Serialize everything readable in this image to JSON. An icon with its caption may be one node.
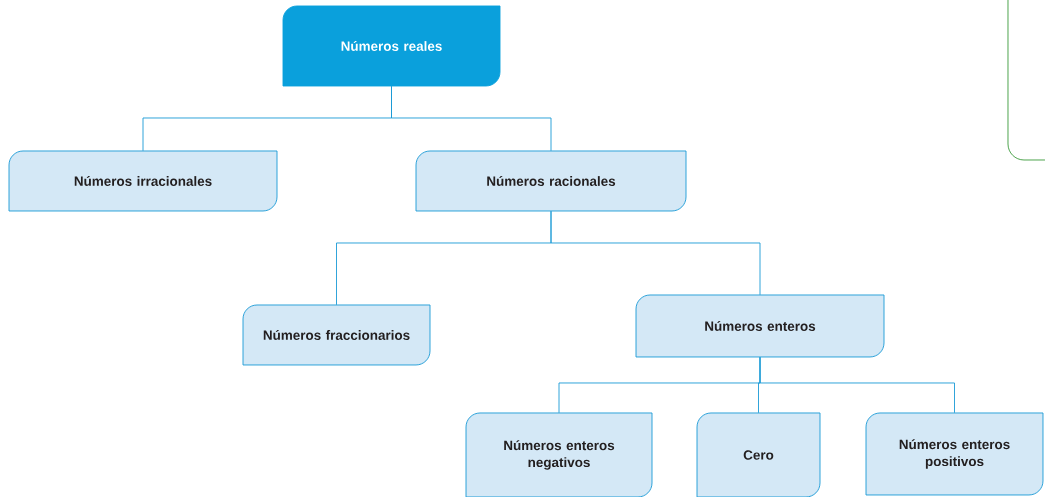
{
  "diagram": {
    "nodes": [
      {
        "text": [
          "Números reales"
        ]
      },
      {
        "text": [
          "Números irracionales"
        ]
      },
      {
        "text": [
          "Números racionales"
        ]
      },
      {
        "text": [
          "Números fraccionarios"
        ]
      },
      {
        "text": [
          "Números enteros"
        ]
      },
      {
        "text": [
          "Números enteros negativos"
        ]
      },
      {
        "text": [
          "Cero"
        ]
      },
      {
        "text": [
          "Números enteros positivos"
        ]
      },
      {
        "text": [],
        "shape": "box"
      }
    ],
    "edges": [
      {
        "from": 0,
        "to": 1,
        "arrow": "none"
      },
      {
        "from": 0,
        "to": 2,
        "arrow": "none"
      },
      {
        "from": 2,
        "to": 3,
        "arrow": "none"
      },
      {
        "from": 2,
        "to": 4,
        "arrow": "none"
      },
      {
        "from": 4,
        "to": 5,
        "arrow": "none"
      },
      {
        "from": 4,
        "to": 6,
        "arrow": "none"
      },
      {
        "from": 4,
        "to": 7,
        "arrow": "none"
      }
    ]
  }
}
